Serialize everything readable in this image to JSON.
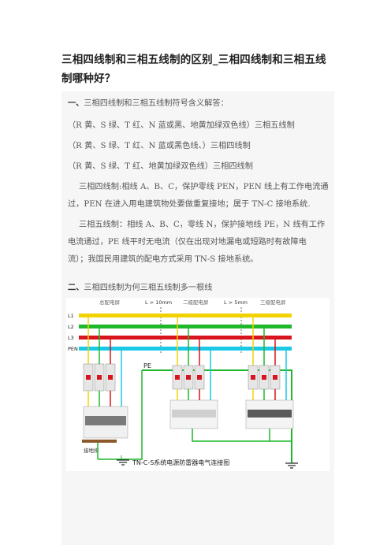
{
  "doc": {
    "title_line1": "三相四线制和三相五线制的区别_三相四线制和三相五线",
    "title_line2": "制哪种好？",
    "sec1_lead": "一、",
    "sec1_text": "三相四线制和三相五线制符号含义解答：",
    "line_a": "（R 黄、S 绿、T 红、N 蓝或黑、地黄加绿双色线）三相五线制",
    "line_b": "（R 黄、S 绿、T 红、N 蓝或黑色线、）三相四线制",
    "line_c": "（R 黄、S 绿、T 红、地黄加绿双色线）三相四线制",
    "para4_l1": "三相四线制:相线 A、B、C，保护零线 PEN，PEN 线上有工作电流通",
    "para4_l2": "过，PEN 在进入用电建筑物处要做重复接地；属于 TN-C 接地系统.",
    "para5_l1": "三相五线制：相线 A、B、C，零线 N，保护接地线 PE，N 线有工作",
    "para5_l2": "电流通过，PE 线平时无电流（仅在出现对地漏电或短路时有故障电",
    "para5_l3": "流）；我国民用建筑的配电方式采用 TN-S 接地系统。",
    "sec2_lead": "二、",
    "sec2_text": "三相四线制为何三相五线制多一根线"
  },
  "diagram": {
    "panel_labels": [
      "总配电屏",
      "二级配电屏",
      "三级配电屏"
    ],
    "dist1": "L > 10mm",
    "dist2": "L > 5mm",
    "line_labels": [
      "L1",
      "L2",
      "L3",
      "PEN"
    ],
    "pe_label": "PE",
    "ground_label": "接地排",
    "caption": "TN-C-S系统电源防雷器电气连接图",
    "colors": {
      "L1": "#f2d200",
      "L2": "#1fb82a",
      "L3": "#d8151c",
      "PEN": "#19c9e6",
      "PE": "#1fb82a"
    }
  }
}
